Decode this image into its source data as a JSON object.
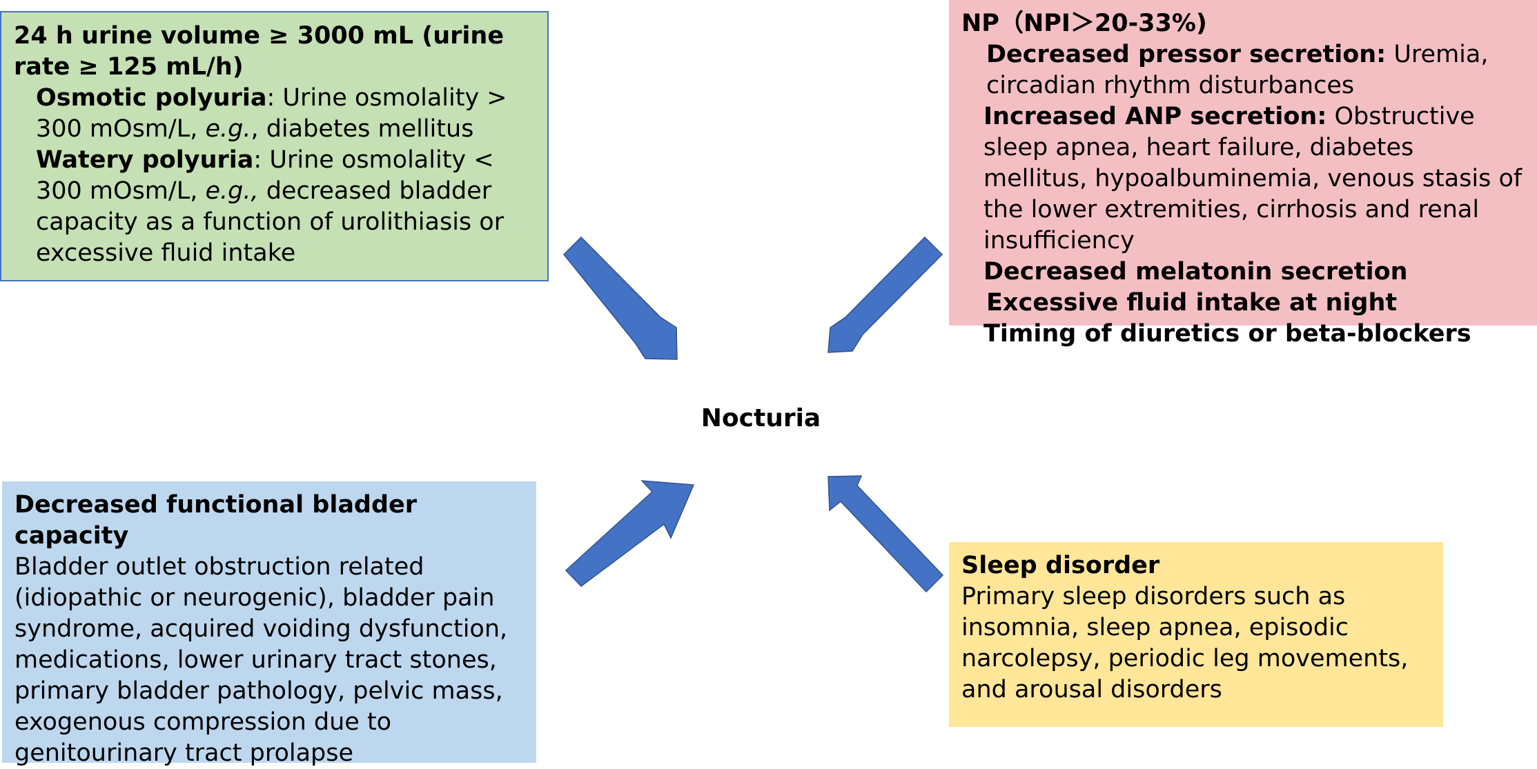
{
  "center": {
    "label": "Nocturia"
  },
  "colors": {
    "arrow": "#4472c4",
    "arrow_stroke": "#2f528f",
    "green_box": "#c5e0b4",
    "red_box": "#f4bfc3",
    "blue_box": "#bdd7ee",
    "yellow_box": "#ffe699"
  },
  "top_left": {
    "title": "24 h urine volume ≥ 3000 mL (urine rate ≥ 125 mL/h)",
    "osmotic_term": "Osmotic polyuria",
    "osmotic_desc": ": Urine osmolality > 300 mOsm/L, ",
    "osmotic_eg": "e.g.",
    "osmotic_rest": ", diabetes mellitus",
    "watery_term": "Watery polyuria",
    "watery_desc": ": Urine osmolality < 300 mOsm/L, ",
    "watery_eg": "e.g.,",
    "watery_rest": " decreased bladder capacity as a function of urolithiasis or excessive fluid intake"
  },
  "top_right": {
    "title": "NP（NPI＞20-33%)",
    "item1_term": "Decreased pressor secretion:",
    "item1_desc": " Uremia, circadian rhythm disturbances",
    "item2_term": "Increased ANP secretion:",
    "item2_desc": " Obstructive sleep apnea, heart failure, diabetes mellitus, hypoalbuminemia, venous stasis of the lower extremities, cirrhosis and renal insufficiency",
    "item3": "Decreased melatonin secretion",
    "item4": "Excessive fluid intake at night",
    "item5": "Timing of diuretics or beta-blockers"
  },
  "bottom_left": {
    "title": "Decreased functional bladder capacity",
    "body": "Bladder outlet obstruction related (idiopathic or neurogenic), bladder pain syndrome, acquired voiding dysfunction, medications, lower urinary tract stones, primary bladder pathology, pelvic mass, exogenous compression due to genitourinary tract prolapse"
  },
  "bottom_right": {
    "title": "Sleep disorder",
    "body": "Primary sleep disorders such as insomnia, sleep apnea, episodic narcolepsy, periodic leg movements, and arousal disorders"
  }
}
